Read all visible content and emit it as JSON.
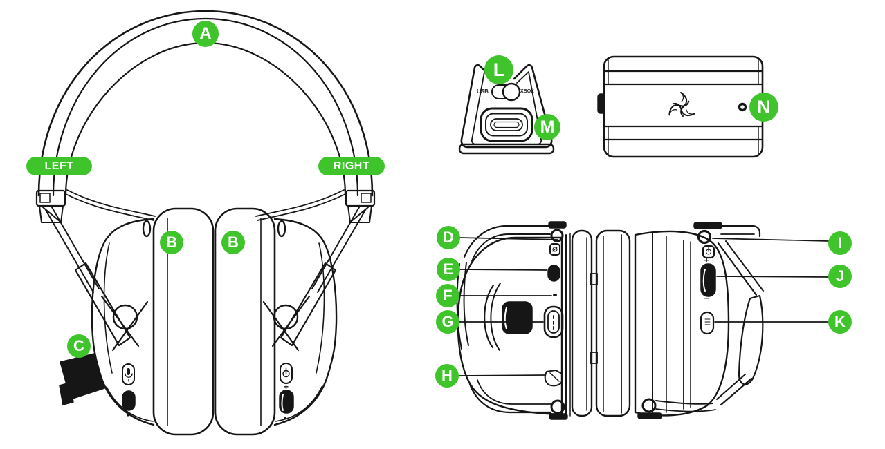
{
  "palette": {
    "label_green": "#3FC42C",
    "line_ink": "#161616",
    "background": "#FFFFFF"
  },
  "callouts": {
    "A": "A",
    "B": "B",
    "C": "C",
    "D": "D",
    "E": "E",
    "F": "F",
    "G": "G",
    "H": "H",
    "I": "I",
    "J": "J",
    "K": "K",
    "L": "L",
    "M": "M",
    "N": "N"
  },
  "orientation_tags": {
    "left": "LEFT",
    "right": "RIGHT"
  },
  "dongle_switch": {
    "left_option": "USB",
    "right_option": "XBOX"
  },
  "volume_marks": {
    "plus": "+",
    "minus": "−"
  },
  "icons": {
    "mute_button": "mic-icon",
    "power_button": "power-icon",
    "charging_port": "usb-c-port",
    "transmitter_logo": "razer-triskelion-logo",
    "status_light": "led-indicator-dot"
  }
}
